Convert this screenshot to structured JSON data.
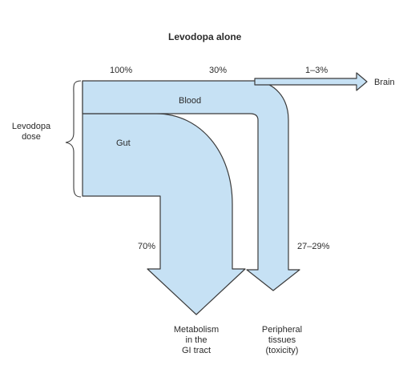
{
  "title": "Levodopa alone",
  "input": {
    "label": "Levodopa\ndose"
  },
  "regions": {
    "gut": "Gut",
    "blood": "Blood"
  },
  "flows": [
    {
      "id": "dose",
      "percent": "100%"
    },
    {
      "id": "blood",
      "percent": "30%"
    },
    {
      "id": "brain",
      "percent": "1–3%",
      "destination": "Brain"
    },
    {
      "id": "gi",
      "percent": "70%",
      "destination": "Metabolism\nin the\nGI tract"
    },
    {
      "id": "peripheral",
      "percent": "27–29%",
      "destination": "Peripheral\ntissues\n(toxicity)"
    }
  ],
  "colors": {
    "fill": "#c6e1f4",
    "stroke": "#3b3b3b",
    "text": "#2b2b2b"
  }
}
